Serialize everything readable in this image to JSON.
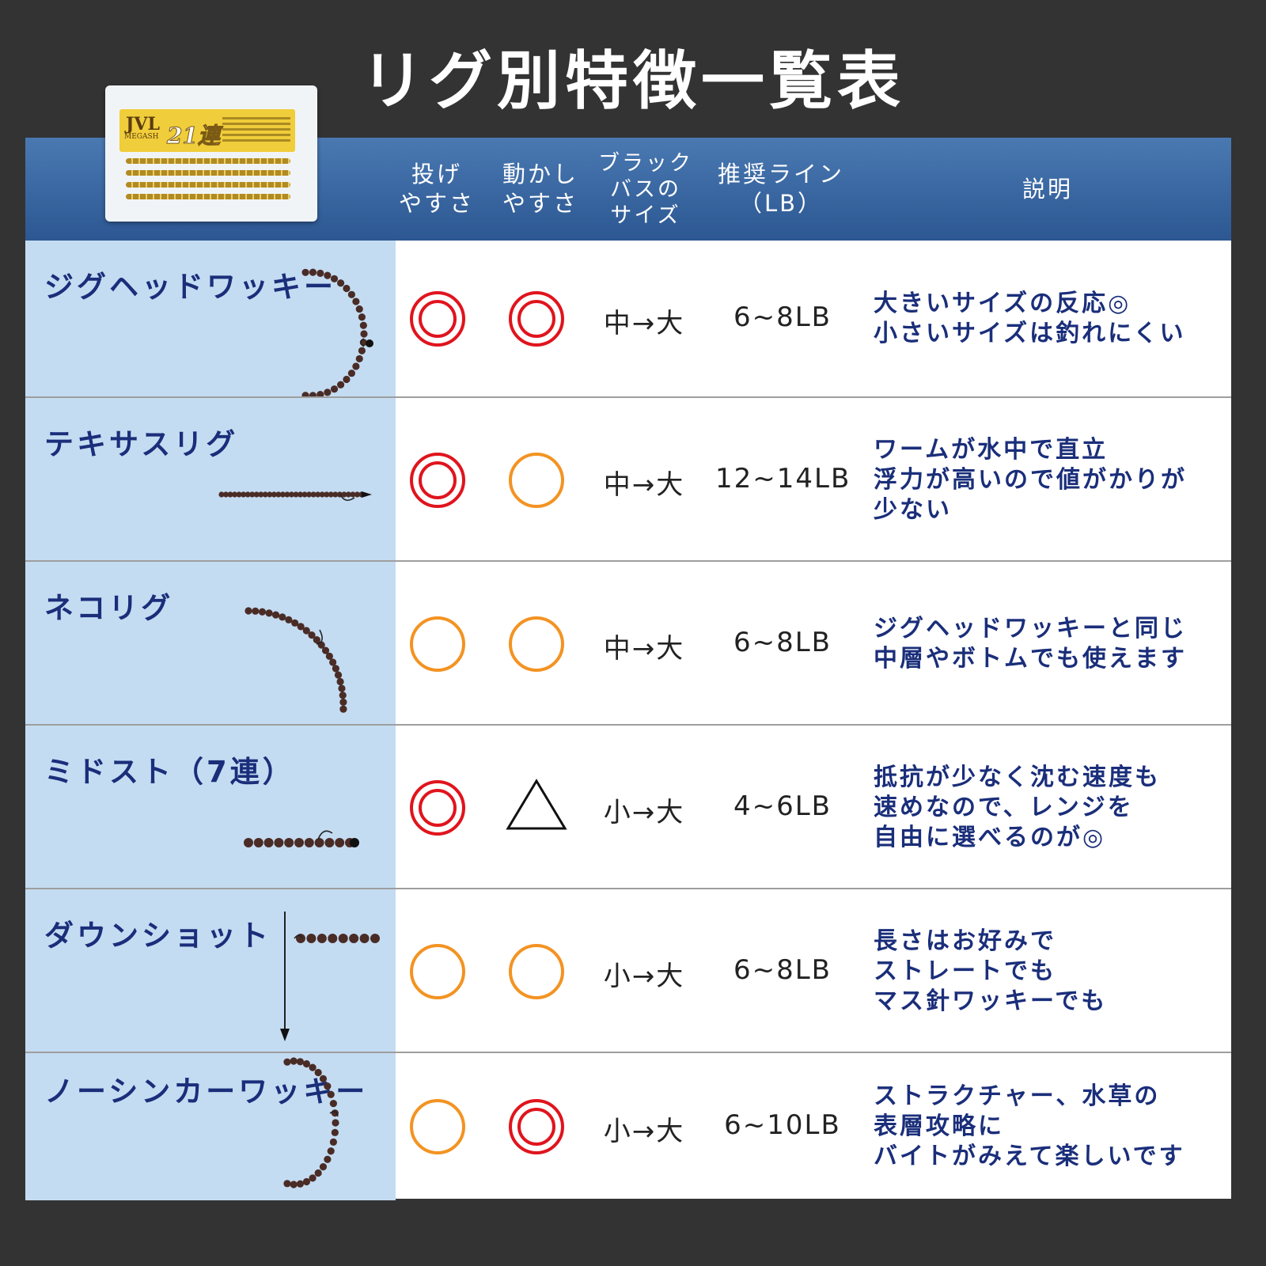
{
  "title": "リグ別特徴一覧表",
  "product": {
    "logo": "JVL",
    "brand": "MEGASH",
    "count": "21連"
  },
  "header": {
    "cast": "投げ\nやすさ",
    "move": "動かし\nやすさ",
    "size": "ブラック\nバスの\nサイズ",
    "line": "推奨ライン\n（LB）",
    "desc": "説明"
  },
  "rows": [
    {
      "name": "ジグヘッドワッキー",
      "cast": "double-circle",
      "move": "double-circle",
      "size": "中→大",
      "line": "6~8LB",
      "desc": "大きいサイズの反応◎\n小さいサイズは釣れにくい"
    },
    {
      "name": "テキサスリグ",
      "cast": "double-circle",
      "move": "circle",
      "size": "中→大",
      "line": "12~14LB",
      "desc": "ワームが水中で直立\n浮力が高いので値がかりが\n少ない"
    },
    {
      "name": "ネコリグ",
      "cast": "circle",
      "move": "circle",
      "size": "中→大",
      "line": "6~8LB",
      "desc": "ジグヘッドワッキーと同じ\n中層やボトムでも使えます"
    },
    {
      "name": "ミドスト（7連）",
      "cast": "double-circle",
      "move": "triangle",
      "size": "小→大",
      "line": "4~6LB",
      "desc": "抵抗が少なく沈む速度も\n速めなので、レンジを\n自由に選べるのが◎"
    },
    {
      "name": "ダウンショット",
      "cast": "circle",
      "move": "circle",
      "size": "小→大",
      "line": "6~8LB",
      "desc": "長さはお好みで\nストレートでも\nマス針ワッキーでも"
    },
    {
      "name": "ノーシンカーワッキー",
      "cast": "circle",
      "move": "double-circle",
      "size": "小→大",
      "line": "6~10LB",
      "desc": "ストラクチャー、水草の\n表層攻略に\nバイトがみえて楽しいです"
    }
  ],
  "colors": {
    "double_circle": "#e0141d",
    "circle": "#f39322",
    "triangle": "#111111",
    "header_bg": "#3a68a4",
    "name_bg": "#c4dcf2",
    "text_blue": "#1a2e7a"
  }
}
